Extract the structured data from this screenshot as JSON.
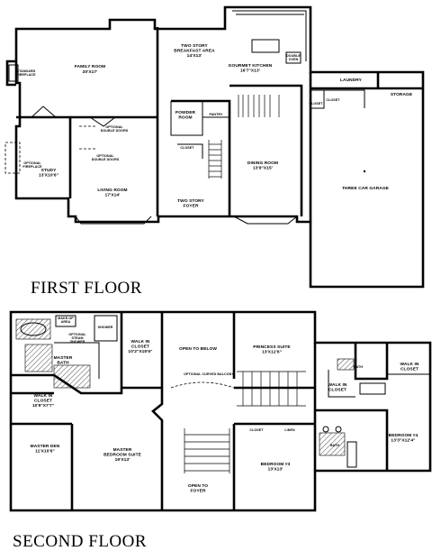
{
  "floors": {
    "first": "FIRST  FLOOR",
    "second": "SECOND  FLOOR"
  },
  "first_floor": {
    "family_room": [
      "FAMILY ROOM",
      "20'X17'"
    ],
    "breakfast": [
      "TWO STORY",
      "BREAKFAST AREA",
      "14'X13'"
    ],
    "kitchen": [
      "GOURMET KITCHEN",
      "16'7\"X13'"
    ],
    "double_oven": [
      "DOUBLE",
      "OVEN"
    ],
    "laundry": "LAUNDRY",
    "storage": "STORAGE",
    "closet_left": "CLOSET",
    "closet_right": "CLOSET",
    "pantry": "PANTRY",
    "powder": [
      "POWDER",
      "ROOM"
    ],
    "closet_powder": "CLOSET",
    "standard_fireplace": [
      "STANDARD",
      "FIREPLACE"
    ],
    "optional_doors_1": [
      "OPTIONAL",
      "DOUBLE DOORS"
    ],
    "optional_doors_2": [
      "OPTIONAL",
      "DOUBLE DOORS"
    ],
    "optional_fireplace": [
      "OPTIONAL",
      "FIREPLACE"
    ],
    "study": [
      "STUDY",
      "13'X10'6\""
    ],
    "living_room": [
      "LIVING ROOM",
      "17'X14'"
    ],
    "dining_room": [
      "DINING ROOM",
      "13'9\"X15'"
    ],
    "foyer": [
      "TWO STORY",
      "FOYER"
    ],
    "garage": "THREE CAR GARAGE"
  },
  "second_floor": {
    "make_up_area": [
      "MAKE-UP",
      "AREA"
    ],
    "shower": "SHOWER",
    "optional_steam": [
      "OPTIONAL",
      "STEAM",
      "SHOWER"
    ],
    "master_bath": [
      "MASTER",
      "BATH"
    ],
    "walk_in_closet_1": [
      "WALK IN",
      "CLOSET",
      "10'2\"X15'6\""
    ],
    "walk_in_closet_2": [
      "WALK IN",
      "CLOSET",
      "10'9\"X7'7\""
    ],
    "open_below": "OPEN TO BELOW",
    "optional_balcony": "OPTIONAL CURVED BALCONY",
    "princess_suite": [
      "PRINCESS SUITE",
      "13'X12'6\""
    ],
    "walk_in_closet_3": [
      "WALK IN",
      "CLOSET"
    ],
    "walk_in_closet_4": [
      "WALK IN",
      "CLOSET"
    ],
    "bath_1": "BATH",
    "bath_2": "BATH",
    "master_den": [
      "MASTER DEN",
      "11'X10'6\""
    ],
    "master_suite": [
      "MASTER",
      "BEDROOM SUITE",
      "19'X13'"
    ],
    "open_foyer": [
      "OPEN TO",
      "FOYER"
    ],
    "closet": "CLOSET",
    "linen": "LINEN",
    "bedroom_3": [
      "BEDROOM #3",
      "13'X13'"
    ],
    "bedroom_4": [
      "BEDROOM #4",
      "13'3\"X12'4\""
    ]
  }
}
